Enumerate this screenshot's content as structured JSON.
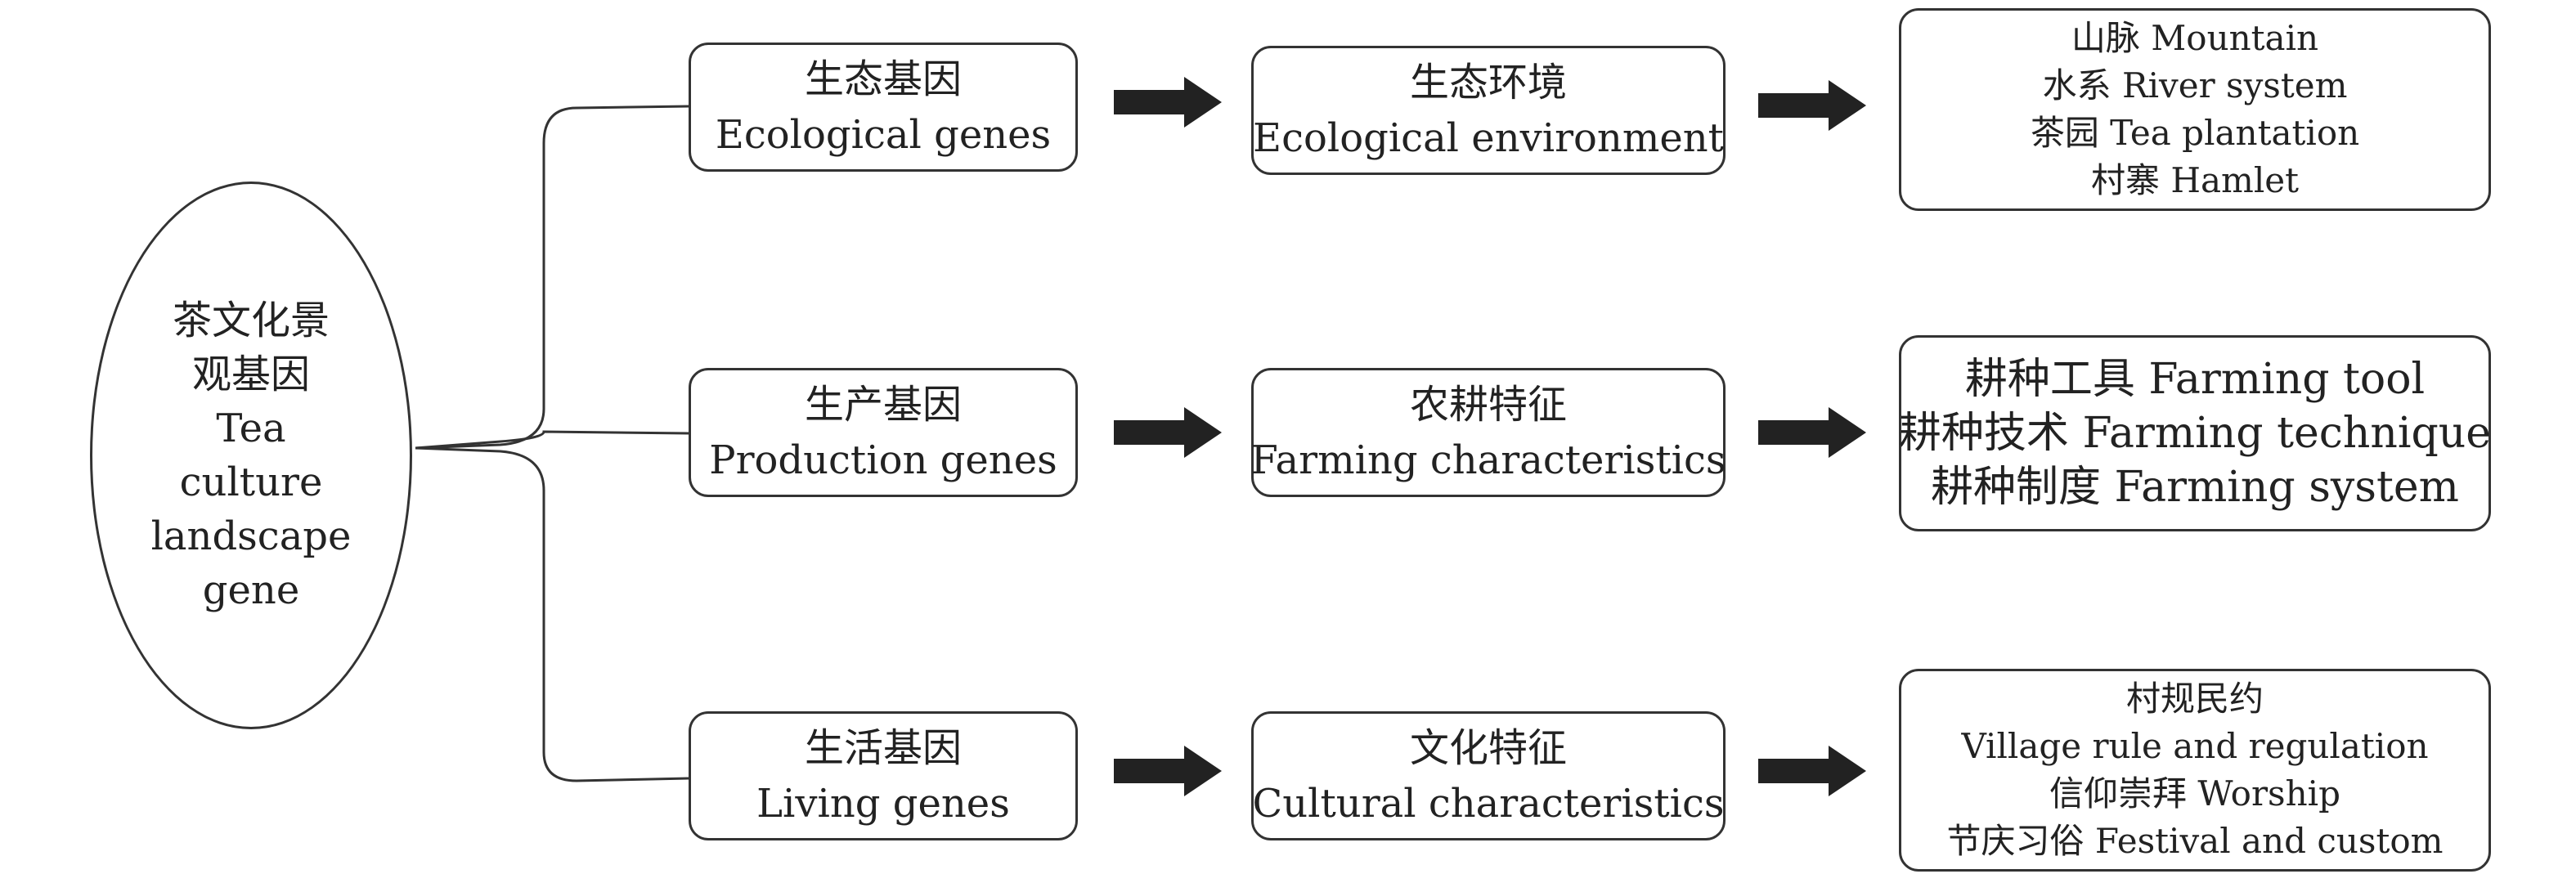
{
  "root": {
    "lines": [
      "茶文化景",
      "观基因",
      "Tea",
      "culture",
      "landscape",
      "gene"
    ]
  },
  "branches": [
    {
      "gene": {
        "cn": "生态基因",
        "en": "Ecological genes"
      },
      "feature": {
        "cn": "生态环境",
        "en": "Ecological environment"
      },
      "items": [
        "山脉 Mountain",
        "水系 River system",
        "茶园 Tea plantation",
        "村寨 Hamlet"
      ]
    },
    {
      "gene": {
        "cn": "生产基因",
        "en": "Production genes"
      },
      "feature": {
        "cn": "农耕特征",
        "en": "Farming characteristics"
      },
      "items": [
        "耕种工具 Farming tool",
        "耕种技术 Farming technique",
        "耕种制度 Farming system"
      ]
    },
    {
      "gene": {
        "cn": "生活基因",
        "en": "Living genes"
      },
      "feature": {
        "cn": "文化特征",
        "en": "Cultural characteristics"
      },
      "items": [
        "村规民约",
        "Village rule and regulation",
        "信仰崇拜 Worship",
        "节庆习俗 Festival and custom"
      ]
    }
  ],
  "icons": {
    "arrow": "right-arrow-icon",
    "connector": "curly-brace-connector"
  },
  "colors": {
    "stroke": "#333333",
    "arrow": "#222222",
    "text": "#222222",
    "background": "#ffffff"
  }
}
